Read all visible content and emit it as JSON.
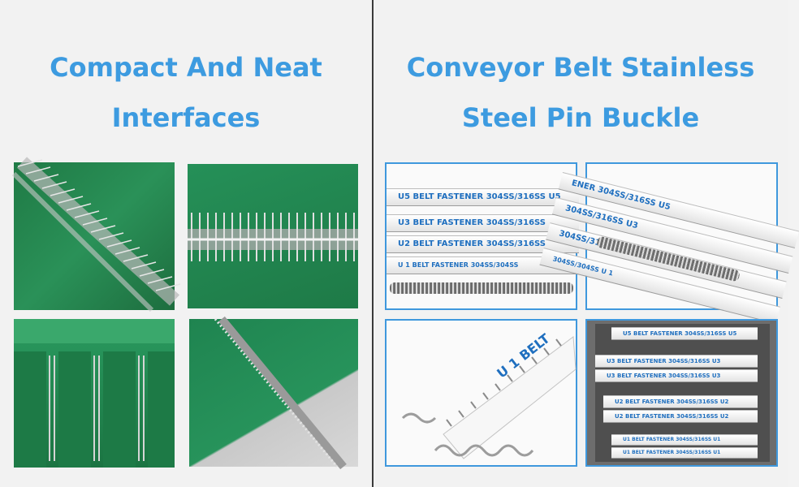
{
  "left": {
    "heading_line1": "Compact And Neat",
    "heading_line2": "Interfaces"
  },
  "right": {
    "heading_line1": "Conveyor Belt Stainless",
    "heading_line2": "Steel Pin Buckle",
    "photo1": {
      "strips": [
        "U5  BELT FASTENER  304SS/316SS  U5",
        "U3  BELT FASTENER  304SS/316SS",
        "U2  BELT FASTENER  304SS/316SS",
        "U 1      BELT FASTENER      304SS/304SS"
      ]
    },
    "photo2": {
      "strips": [
        "ENER  304SS/316SS  U5",
        "304SS/316SS  U3",
        "304SS/316SS  U2",
        "304SS/304SS   U 1"
      ]
    },
    "photo3": {
      "label": "U 1    BELT"
    },
    "photo4": {
      "strips": [
        "U5  BELT FASTENER  304SS/316SS  U5",
        "U3  BELT FASTENER  304SS/316SS  U3",
        "U3  BELT FASTENER  304SS/316SS  U3",
        "U2  BELT FASTENER  304SS/316SS  U2",
        "U2  BELT FASTENER  304SS/316SS  U2",
        "U1  BELT FASTENER  304SS/316SS  U1",
        "U1  BELT FASTENER  304SS/316SS  U1"
      ]
    }
  }
}
